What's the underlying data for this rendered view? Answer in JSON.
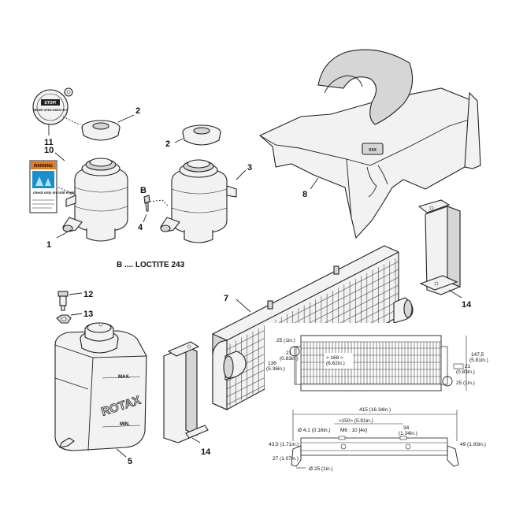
{
  "callouts": {
    "c1": "1",
    "c2a": "2",
    "c2b": "2",
    "c3": "3",
    "c4": "4",
    "c5": "5",
    "c7": "7",
    "c8": "8",
    "c10": "10",
    "c11": "11",
    "c12": "12",
    "c13": "13",
    "c14a": "14",
    "c14b": "14",
    "cB": "B"
  },
  "notes": {
    "loctite": "B .... LOCTITE 243",
    "rotax": "ROTAX",
    "max": "MAX.",
    "min": "MIN.",
    "cap_text": "STOP!",
    "cap_sub": "NEVER OPEN WHEN HOT",
    "warning_title": "WARNING",
    "warning_body": "check only on cold engine!",
    "shroud_mark": "XXX"
  },
  "dimensions": {
    "d25_top": "25 (1in.)",
    "d21_left": "21",
    "d21_left_in": "(0.83in.)",
    "d136": "136",
    "d136_in": "(5.36in.)",
    "d168": "≈ 168 ≈",
    "d168_in": "(6.62in.)",
    "d147": "147,5",
    "d147_in": "(5.81in.)",
    "d21_right": "21",
    "d21_right_in": "(0.83in.)",
    "d25_right": "25 (1in.)",
    "d415": "415 (16.34in.)",
    "d150": "≈150≈ (5.91in.)",
    "dm6": "M6 : 10 [4x]",
    "d34": "34",
    "d34_in": "(1.34in.)",
    "d41": "Ø 4,1 (0.16in.)",
    "d43": "43,5 (1.71in.)",
    "d49": "49 (1.93in.)",
    "d27": "27 (1.07in.)",
    "d25_bottom": "Ø 25 (1in.)"
  }
}
